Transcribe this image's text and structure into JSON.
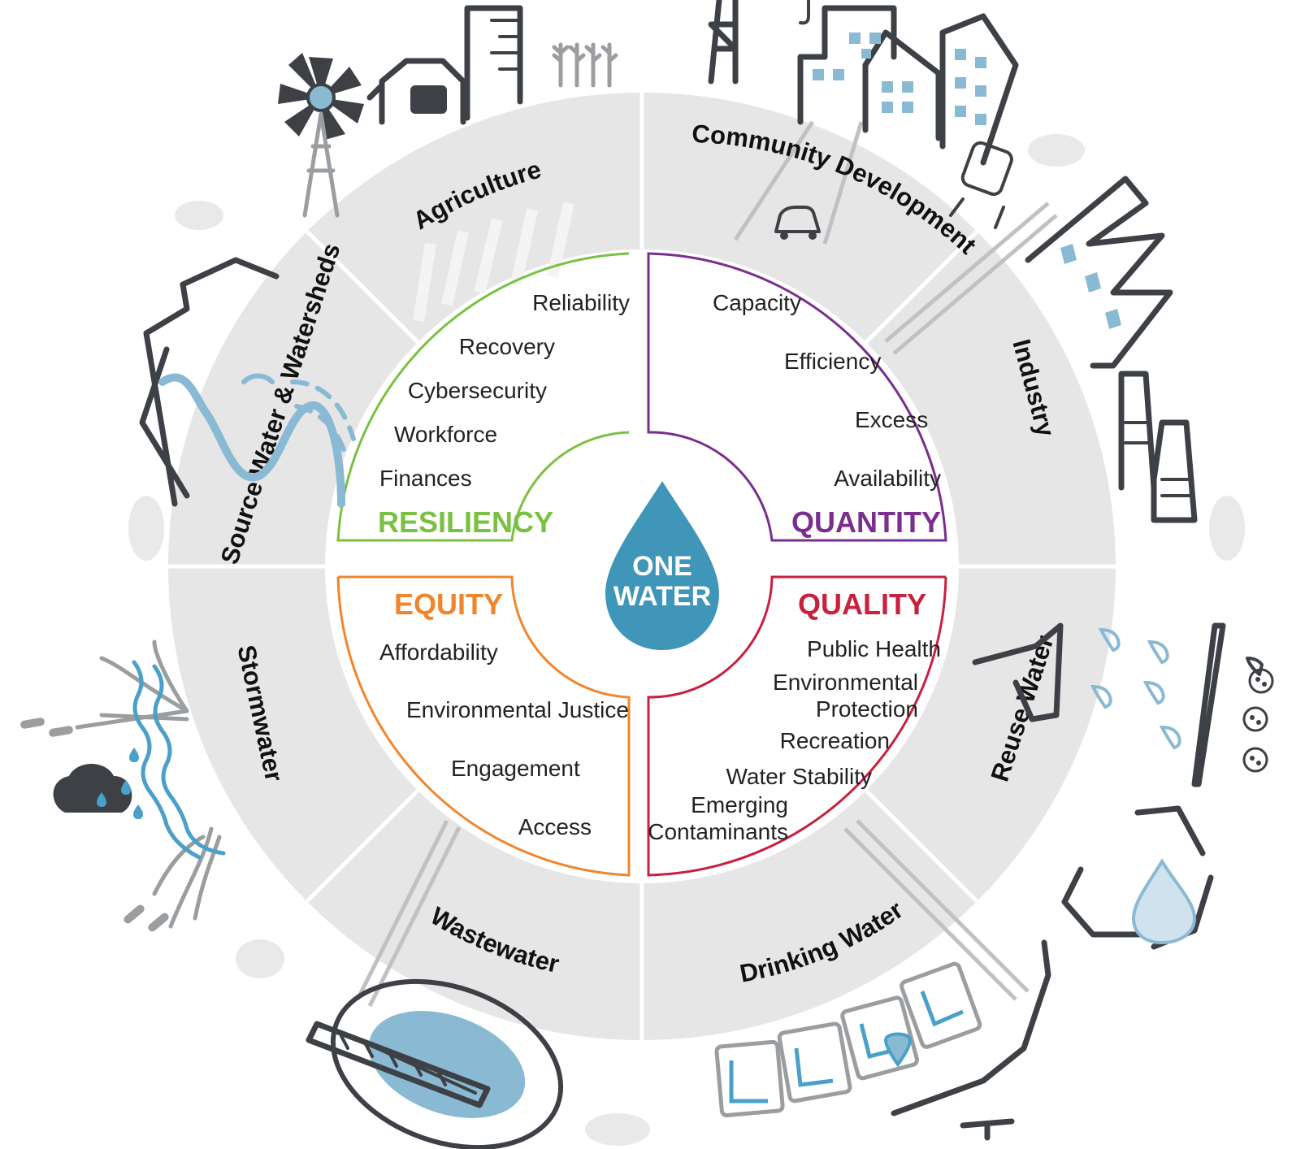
{
  "core": {
    "line1": "ONE",
    "line2": "WATER",
    "color": "#3f96b8"
  },
  "segments": [
    {
      "key": "agriculture",
      "label": "Agriculture"
    },
    {
      "key": "community",
      "label": "Community Development"
    },
    {
      "key": "industry",
      "label": "Industry"
    },
    {
      "key": "reuse",
      "label": "Reuse Water"
    },
    {
      "key": "drinking",
      "label": "Drinking Water"
    },
    {
      "key": "wastewater",
      "label": "Wastewater"
    },
    {
      "key": "stormwater",
      "label": "Stormwater"
    },
    {
      "key": "source",
      "label": "Source Water & Watersheds"
    }
  ],
  "quadrants": {
    "resiliency": {
      "title": "RESILIENCY",
      "color": "#7ac143",
      "items": [
        "Reliability",
        "Recovery",
        "Cybersecurity",
        "Workforce",
        "Finances"
      ]
    },
    "quantity": {
      "title": "QUANTITY",
      "color": "#7a2e8e",
      "items": [
        "Capacity",
        "Efficiency",
        "Excess",
        "Availability"
      ]
    },
    "equity": {
      "title": "EQUITY",
      "color": "#f0852d",
      "items": [
        "Affordability",
        "Environmental Justice",
        "Engagement",
        "Access"
      ]
    },
    "quality": {
      "title": "QUALITY",
      "color": "#c8203f",
      "items": [
        "Public Health",
        "Environmental",
        "Protection",
        "Recreation",
        "Water Stability",
        "Emerging",
        "Contaminants"
      ]
    }
  },
  "colors": {
    "ring": "#e6e6e7",
    "icon": "#3d4146",
    "water": "#8ab9d3"
  }
}
